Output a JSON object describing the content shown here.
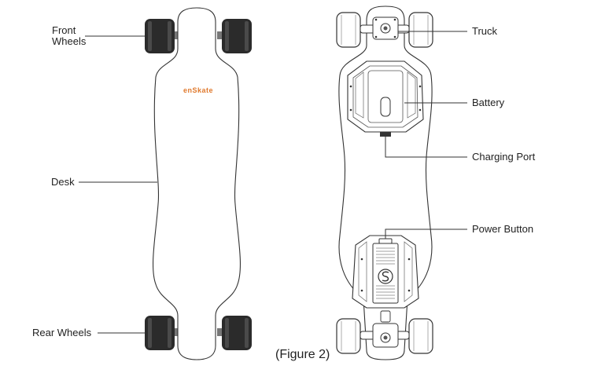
{
  "figure": {
    "caption": "(Figure 2)",
    "brand_logo_text": "enSkate",
    "brand_color": "#e07a2e",
    "line_color": "#333333",
    "wheel_color": "#2b2b2b"
  },
  "labels_left": {
    "front_wheels_line1": "Front",
    "front_wheels_line2": "Wheels",
    "desk": "Desk",
    "rear_wheels": "Rear Wheels"
  },
  "labels_right": {
    "truck": "Truck",
    "battery": "Battery",
    "charging_port": "Charging Port",
    "power_button": "Power Button"
  }
}
